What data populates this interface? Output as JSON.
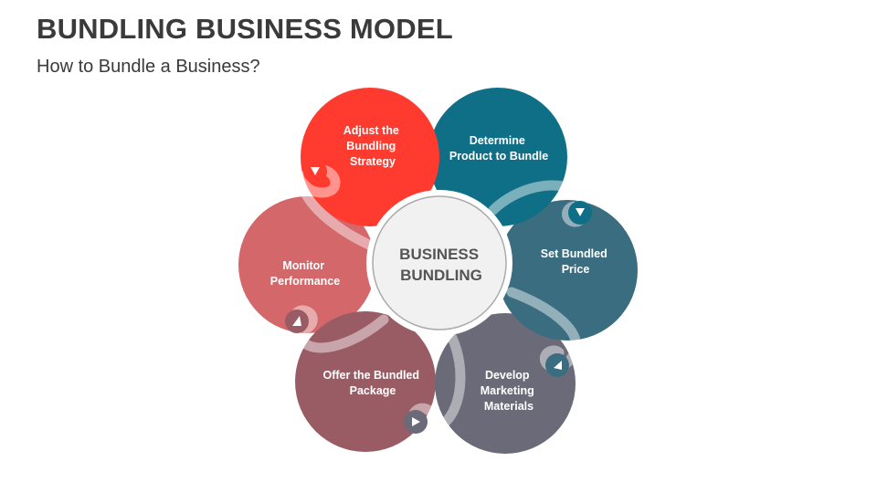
{
  "slide": {
    "title": "BUNDLING BUSINESS MODEL",
    "subtitle": "How to Bundle a Business?"
  },
  "center": {
    "lines": [
      "BUSINESS",
      "BUNDLING"
    ]
  },
  "colors": {
    "adjust": "#ff3b30",
    "determine": "#0e6f86",
    "price": "#3b6d80",
    "develop": "#6b6a78",
    "offer": "#9a5c64",
    "monitor": "#d3676a",
    "center_fill": "#f1f1f1",
    "center_ring": "#aaaaaa",
    "ribbon": "rgba(255,255,255,0.45)"
  },
  "steps": [
    {
      "id": "adjust",
      "lines": [
        "Adjust the",
        "Bundling",
        "Strategy"
      ]
    },
    {
      "id": "determine",
      "lines": [
        "Determine",
        "Product to Bundle"
      ]
    },
    {
      "id": "price",
      "lines": [
        "Set Bundled",
        "Price"
      ]
    },
    {
      "id": "develop",
      "lines": [
        "Develop",
        "Marketing",
        "Materials"
      ]
    },
    {
      "id": "offer",
      "lines": [
        "Offer the Bundled",
        "Package"
      ]
    },
    {
      "id": "monitor",
      "lines": [
        "Monitor",
        "Performance"
      ]
    }
  ]
}
